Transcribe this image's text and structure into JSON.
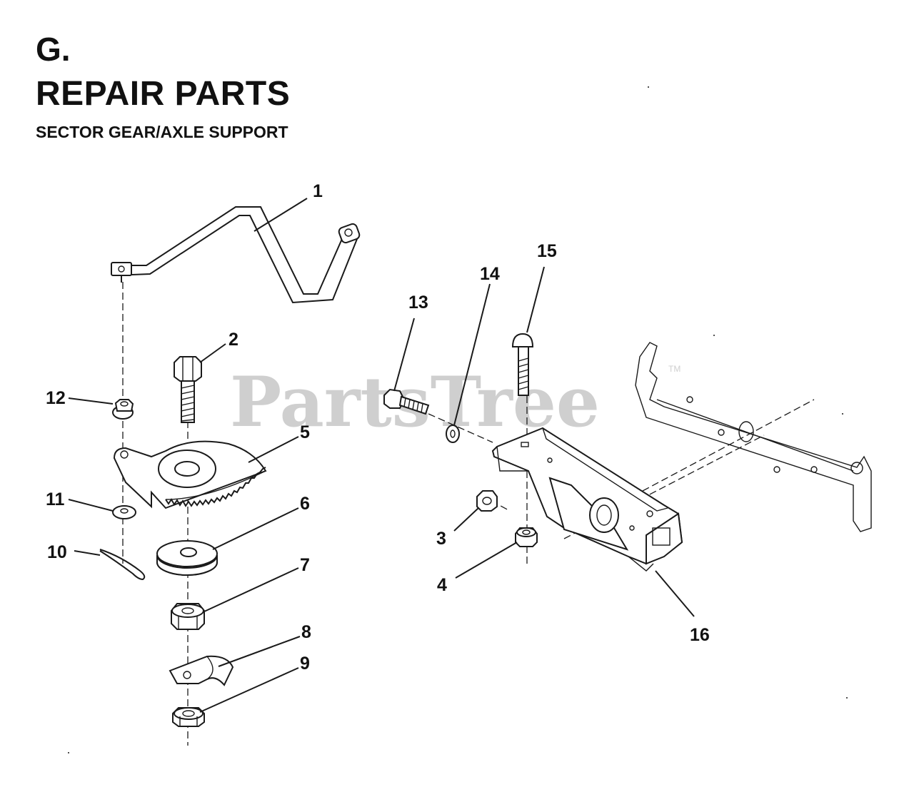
{
  "header": {
    "section": "G.",
    "title": "REPAIR PARTS",
    "subtitle": "SECTOR GEAR/AXLE SUPPORT"
  },
  "watermark": {
    "text": "PartsTree",
    "trademark": "TM",
    "color": "#cfcfcf"
  },
  "callouts": [
    "1",
    "2",
    "3",
    "4",
    "5",
    "6",
    "7",
    "8",
    "9",
    "10",
    "11",
    "12",
    "13",
    "14",
    "15",
    "16"
  ],
  "colors": {
    "line": "#1a1a1a",
    "background": "#ffffff"
  }
}
